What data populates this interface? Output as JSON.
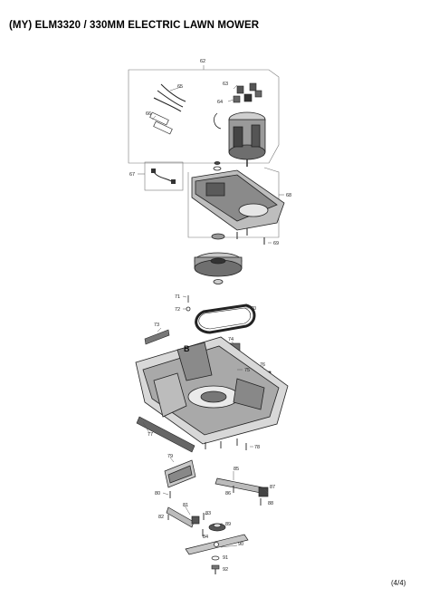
{
  "title": "(MY) ELM3320 / 330MM ELECTRIC LAWN MOWER",
  "page_number": "(4/4)",
  "view_marker": "B",
  "callouts": [
    "62",
    "63",
    "64",
    "65",
    "66",
    "67",
    "68",
    "69",
    "70",
    "71",
    "72",
    "73",
    "74",
    "75",
    "76",
    "77",
    "78",
    "79",
    "80",
    "81",
    "82",
    "83",
    "84",
    "85",
    "86",
    "87",
    "88",
    "89",
    "90",
    "91",
    "92"
  ]
}
